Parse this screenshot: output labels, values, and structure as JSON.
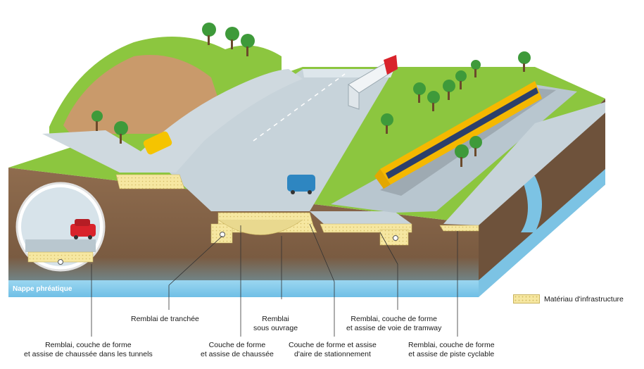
{
  "water_table_label": "Nappe phréatique",
  "legend": {
    "label": "Matériau d'infrastructure",
    "swatch_color": "#f6e7a1"
  },
  "callouts": [
    {
      "id": "trench",
      "lines": [
        "Remblai de tranchée"
      ]
    },
    {
      "id": "under-structure",
      "lines": [
        "Remblai",
        "sous ouvrage"
      ]
    },
    {
      "id": "tramway",
      "lines": [
        "Remblai, couche de forme",
        "et assise de voie de tramway"
      ]
    },
    {
      "id": "tunnels",
      "lines": [
        "Remblai, couche de forme",
        "et assise de chaussée dans les tunnels"
      ]
    },
    {
      "id": "roadway",
      "lines": [
        "Couche de forme",
        "et assise de chaussée"
      ]
    },
    {
      "id": "parking",
      "lines": [
        "Couche de forme et assise",
        "d'aire de stationnement"
      ]
    },
    {
      "id": "cycle-path",
      "lines": [
        "Remblai, couche de forme",
        "et assise de piste cyclable"
      ]
    }
  ],
  "colors": {
    "soil": "#8b6a4d",
    "soil_dark": "#6e523b",
    "grass": "#8cc63f",
    "road": "#c7d3da",
    "water": "#8fd0ee",
    "fill": "#f6e7a1",
    "tram": "#f5b800",
    "rock": "#c99a6b"
  }
}
